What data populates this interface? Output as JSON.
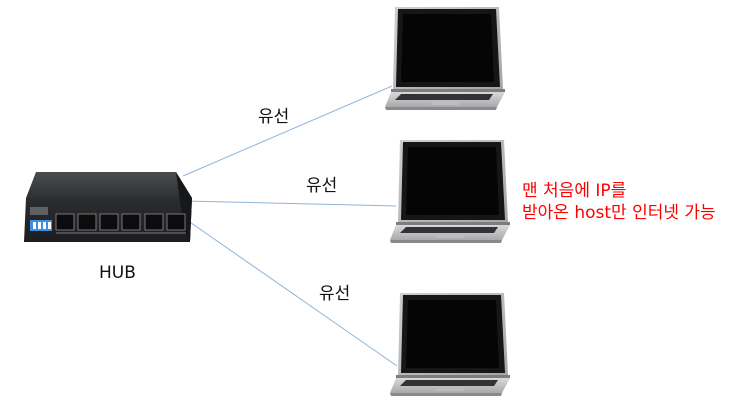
{
  "hub_label": "HUB",
  "links": [
    {
      "label": "유선"
    },
    {
      "label": "유선"
    },
    {
      "label": "유선"
    }
  ],
  "note": {
    "line1": "맨 처음에 IP를",
    "line2": "받아온 host만 인터넷 가능",
    "color": "#ff0000"
  },
  "colors": {
    "link": "#8fb4d9"
  }
}
